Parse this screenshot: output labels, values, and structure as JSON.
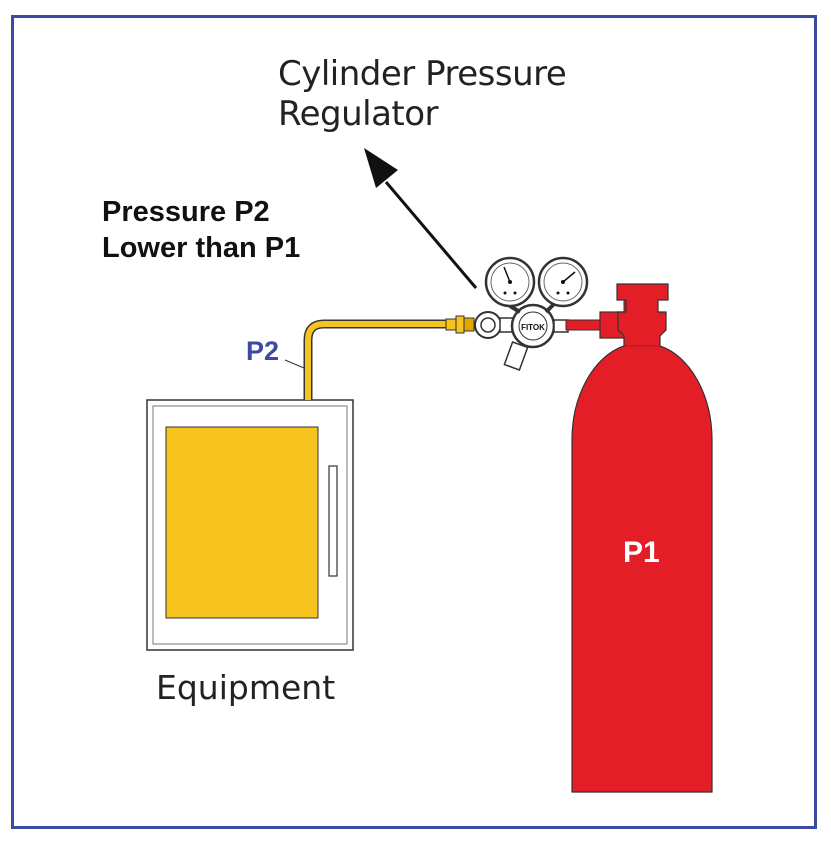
{
  "labels": {
    "regulator_line1": "Cylinder Pressure",
    "regulator_line2": "Regulator",
    "pressure_line1": "Pressure P2",
    "pressure_line2": "Lower than P1",
    "p2": "P2",
    "p1": "P1",
    "equipment": "Equipment",
    "regulator_brand": "FITOK"
  },
  "colors": {
    "frame": "#3d4aa3",
    "cylinder": "#e41e26",
    "equipment_panel": "#f7c31f",
    "tubing": "#f7c31f",
    "p2_label": "#3d4aa3"
  },
  "icons": [
    "pressure-gauge-icon",
    "regulator-icon",
    "gas-cylinder-icon",
    "equipment-box-icon",
    "arrow-icon"
  ]
}
